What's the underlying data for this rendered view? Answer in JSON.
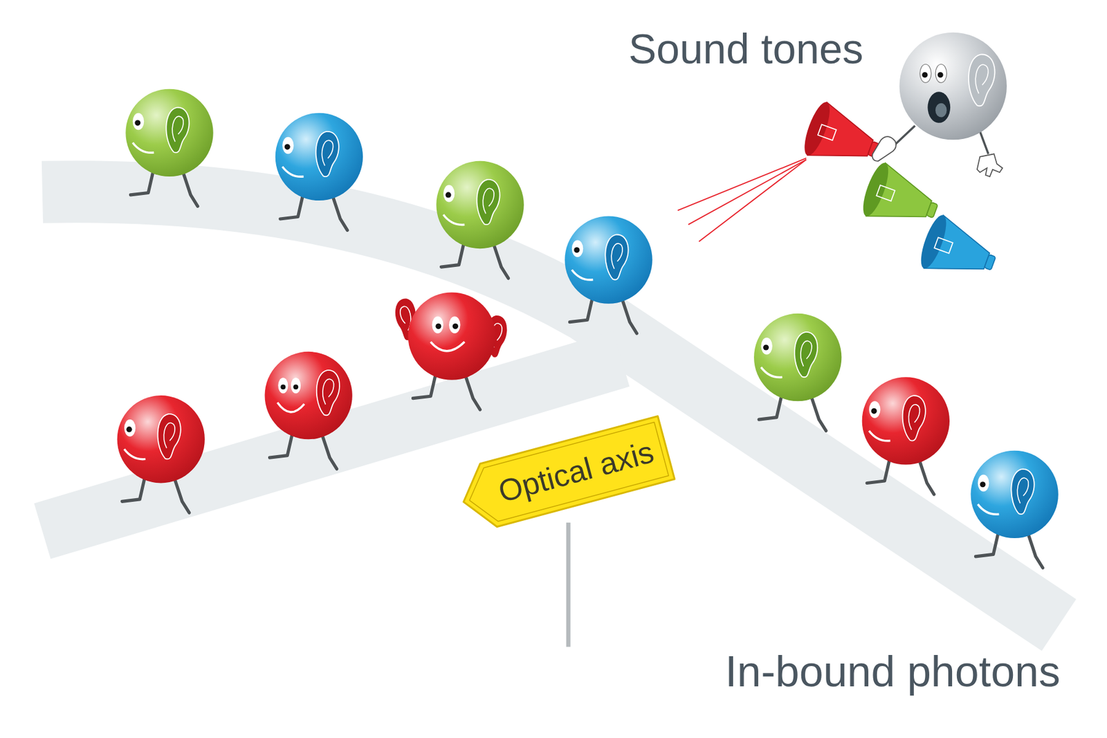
{
  "diagram": {
    "nodes": [
      {
        "text": [
          "Optical axis"
        ]
      }
    ],
    "labels": [
      "Sound tones",
      "In-bound photons"
    ]
  }
}
